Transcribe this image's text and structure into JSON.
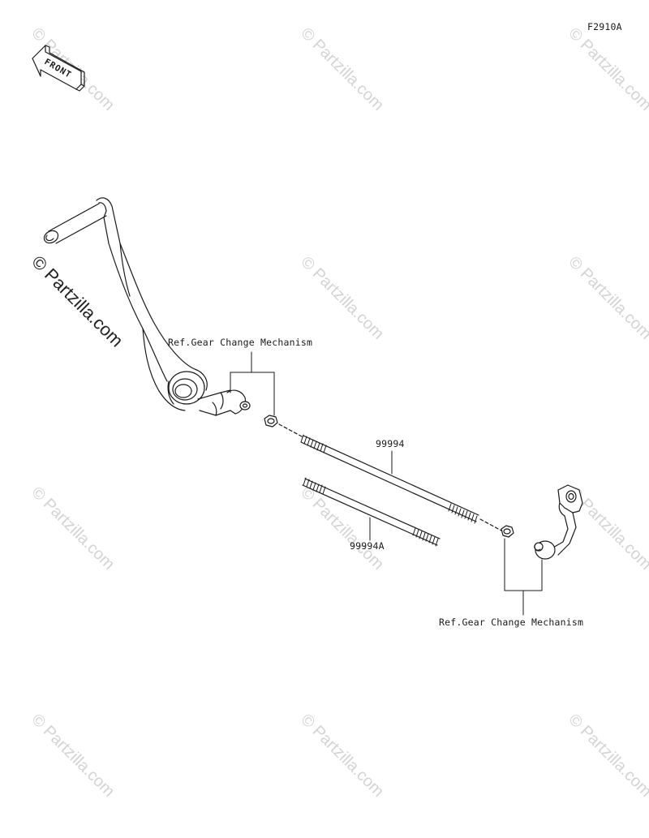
{
  "figure_code": "F2910A",
  "front_label": "FRONT",
  "labels": {
    "ref_top": "Ref.Gear Change Mechanism",
    "ref_bottom": "Ref.Gear Change Mechanism",
    "part_rod_1": "99994",
    "part_rod_2": "99994A"
  },
  "watermark": "© Partzilla.com",
  "colors": {
    "line": "#1a1a1a",
    "watermark": "#d4d4d4"
  }
}
